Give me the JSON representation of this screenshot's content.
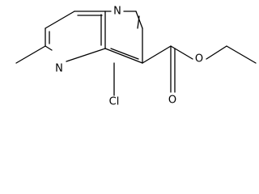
{
  "atoms": {
    "n1": "N",
    "n5": "N",
    "cl": "Cl",
    "o_carbonyl": "O",
    "o_ester": "O"
  }
}
